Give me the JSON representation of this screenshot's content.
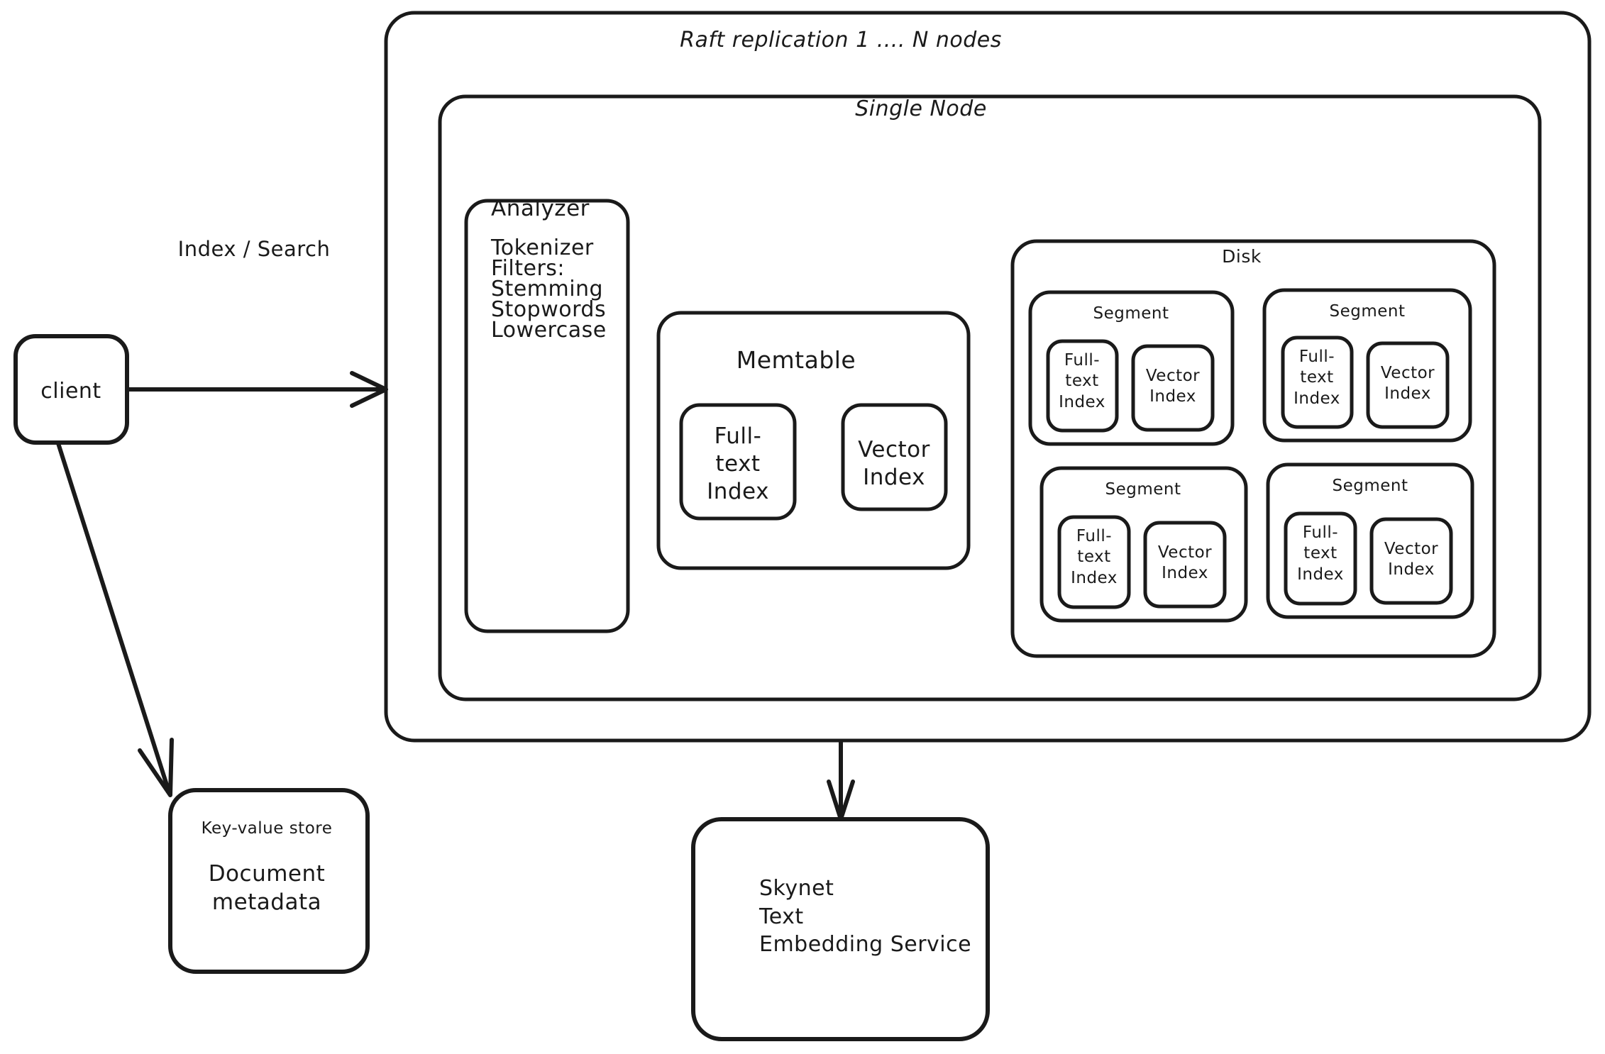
{
  "diagram": {
    "title_raft": "Raft replication 1 .... N nodes",
    "title_single_node": "Single Node",
    "client": {
      "label": "client"
    },
    "edges": {
      "index_search": "Index / Search"
    },
    "analyzer": {
      "title": "Analyzer",
      "items": [
        "Tokenizer",
        "Filters:",
        "Stemming",
        "Stopwords",
        "Lowercase"
      ]
    },
    "memtable": {
      "title": "Memtable",
      "fulltext_index": "Full-\ntext\nIndex",
      "vector_index": "Vector\nIndex"
    },
    "disk": {
      "title": "Disk",
      "segments": [
        {
          "title": "Segment",
          "fulltext_index": "Full-\ntext\nIndex",
          "vector_index": "Vector\nIndex"
        },
        {
          "title": "Segment",
          "fulltext_index": "Full-\ntext\nIndex",
          "vector_index": "Vector\nIndex"
        },
        {
          "title": "Segment",
          "fulltext_index": "Full-\ntext\nIndex",
          "vector_index": "Vector\nIndex"
        },
        {
          "title": "Segment",
          "fulltext_index": "Full-\ntext\nIndex",
          "vector_index": "Vector\nIndex"
        }
      ]
    },
    "kv_store": {
      "caption": "Key-value store",
      "body": "Document\nmetadata"
    },
    "embedding_service": {
      "body": "Skynet\nText\nEmbedding Service"
    },
    "colors": {
      "stroke": "#1a1a1a",
      "background": "#ffffff",
      "text": "#1a1a1a"
    }
  }
}
